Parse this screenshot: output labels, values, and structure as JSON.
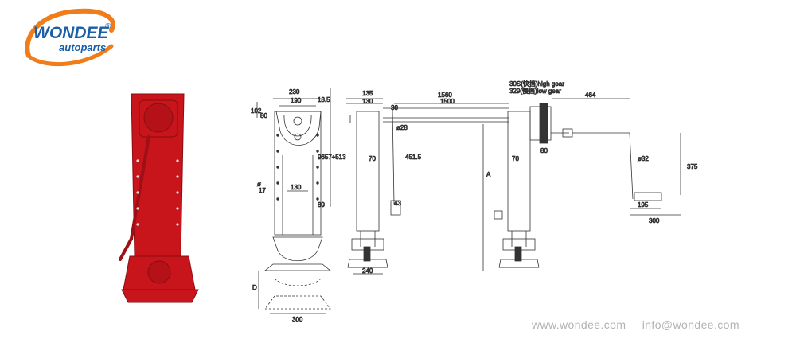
{
  "brand": {
    "name": "WONDEE",
    "tagline": "autoparts",
    "registered_mark": "®",
    "colors": {
      "primary": "#1a5fa8",
      "accent": "#f07d1a"
    }
  },
  "photo": {
    "color": "#c8141b"
  },
  "drawing": {
    "front_view": {
      "dims": [
        "230",
        "190",
        "102",
        "80",
        "18.5",
        "9657÷513",
        "89",
        "130",
        "ø",
        "17",
        "D",
        "300"
      ]
    },
    "side_view": {
      "dims": [
        "135",
        "130",
        "30",
        "1560",
        "1500",
        "ø28",
        "451.5",
        "70",
        "43",
        "240",
        "A",
        "70",
        "80",
        "464",
        "ø32",
        "375",
        "195",
        "300"
      ],
      "gear_high": "30S(快挡)high gear",
      "gear_low": "329(慢挡)low gear"
    }
  },
  "footer": {
    "website": "www.wondee.com",
    "email": "info@wondee.com"
  }
}
